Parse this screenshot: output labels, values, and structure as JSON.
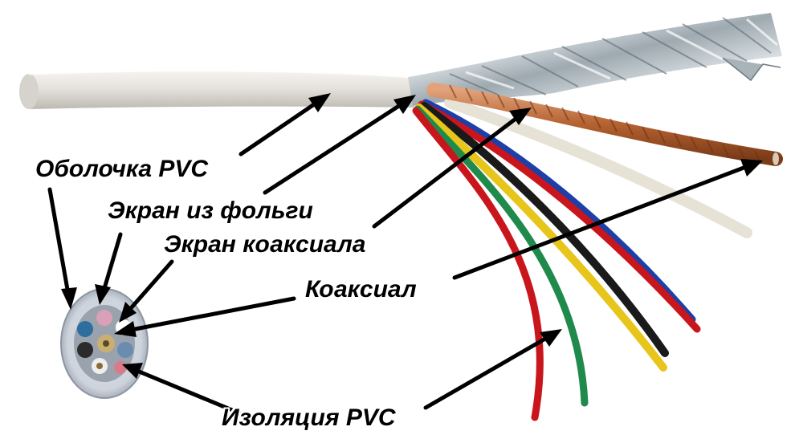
{
  "labels": {
    "sheath": "Оболочка PVC",
    "foil_screen": "Экран из фольги",
    "coax_screen": "Экран коаксиала",
    "coax": "Коаксиал",
    "insulation": "Изоляция PVC"
  },
  "colors": {
    "sheath": "#e4e1dc",
    "foil": "#b8c2c8",
    "copper": "#b86a3c",
    "arrow": "#000000",
    "wire_red": "#c8161c",
    "wire_green": "#1f8a4c",
    "wire_yellow": "#e8c51a",
    "wire_black": "#1a1a1a",
    "wire_blue": "#1c3fa8",
    "wire_white": "#f2ede2",
    "wire_brown": "#c9733f"
  }
}
